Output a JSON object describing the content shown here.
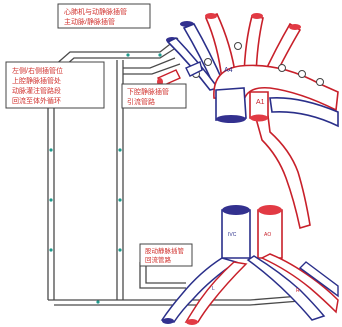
{
  "colors": {
    "artery_outline": "#c8202a",
    "vein_outline": "#2a2f8a",
    "artery_fill": "#e23a44",
    "vein_fill": "#33318f",
    "cannula": "#4a4a4a",
    "cannula_dot": "#1f9a8c",
    "box_border": "#444444",
    "text": "#d0302c"
  },
  "labels": {
    "box_top": [
      "心肺机与动静脉插管",
      "主动脉/静脉插管"
    ],
    "box_left": [
      "左侧/右侧插管位",
      "上腔静脉插管处",
      "动脉灌注管路段",
      "回流至体外循环"
    ],
    "box_mid": [
      "下腔静脉插管",
      "引流管路"
    ],
    "box_bottom": [
      "股动静脉插管",
      "回流管路"
    ],
    "ao_code": "A4",
    "pa_code": "A1",
    "bot_ivc": "IVC",
    "bot_ao": "AO",
    "bot_l_iliac": "L",
    "bot_r_iliac": "R"
  }
}
